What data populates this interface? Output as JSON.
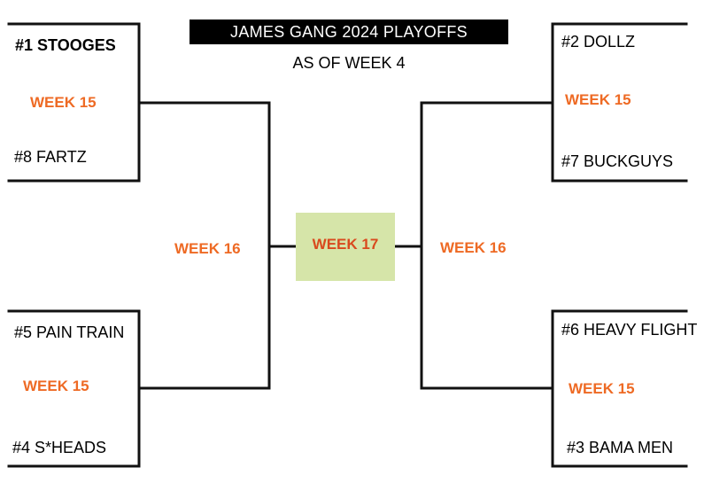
{
  "header": {
    "title": "JAMES GANG 2024 PLAYOFFS",
    "subtitle": "AS OF WEEK 4"
  },
  "left_bracket": {
    "top_matchup": {
      "seed_high": "#1 STOOGES",
      "seed_low": "#8 FARTZ",
      "round": "WEEK 15"
    },
    "bottom_matchup": {
      "seed_high": "#5 PAIN TRAIN",
      "seed_low": "#4 S*HEADS",
      "round": "WEEK 15"
    },
    "semifinal": "WEEK 16"
  },
  "right_bracket": {
    "top_matchup": {
      "seed_high": "#2 DOLLZ",
      "seed_low": "#7 BUCKGUYS",
      "round": "WEEK 15"
    },
    "bottom_matchup": {
      "seed_high": "#6 HEAVY FLIGHT",
      "seed_low": "#3 BAMA MEN",
      "round": "WEEK 15"
    },
    "semifinal": "WEEK 16"
  },
  "final": {
    "round": "WEEK 17"
  },
  "colors": {
    "lines": "#111111",
    "round_label": "#ee6a24",
    "final_label": "#d94a1e",
    "final_box": "#d6e5a9",
    "title_bg": "#000000",
    "title_text": "#ffffff"
  }
}
